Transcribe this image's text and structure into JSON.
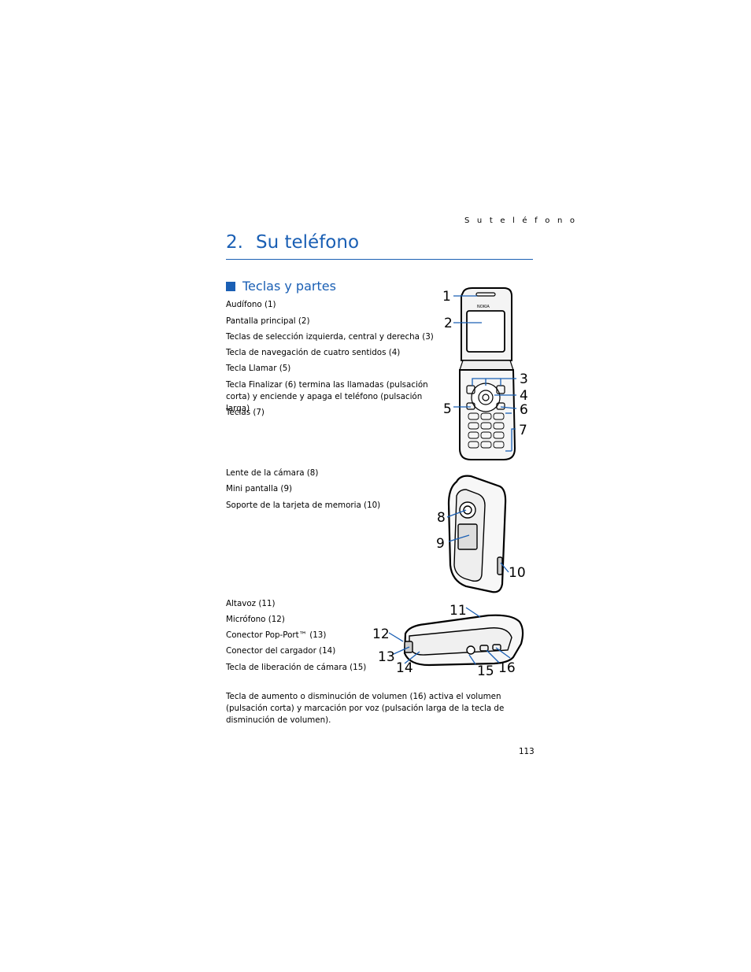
{
  "header": {
    "running_title": "S u   t e l é f o n o"
  },
  "chapter": {
    "number": "2.",
    "title": "Su teléfono"
  },
  "section": {
    "title": "Teclas y partes"
  },
  "items_group1": [
    "Audífono (1)",
    "Pantalla principal (2)",
    "Teclas de selección izquierda, central y derecha (3)",
    "Tecla de navegación de cuatro sentidos (4)",
    "Tecla Llamar (5)",
    "Tecla Finalizar (6) termina las llamadas (pulsación corta) y enciende y apaga el teléfono (pulsación larga)",
    "Teclas (7)"
  ],
  "items_group2": [
    "Lente de la cámara (8)",
    "Mini pantalla (9)",
    "Soporte de la tarjeta de memoria (10)"
  ],
  "items_group3": [
    "Altavoz (11)",
    "Micrófono (12)",
    "Conector Pop-Port™ (13)",
    "Conector del cargador (14)",
    "Tecla de liberación de cámara (15)"
  ],
  "paragraph": "Tecla de aumento o disminución de volumen (16) activa el volumen (pulsación corta) y marcación por voz (pulsación larga de la tecla de disminución de volumen).",
  "page_number": "113",
  "figure_labels": {
    "open_phone": [
      "1",
      "2",
      "3",
      "4",
      "5",
      "6",
      "7"
    ],
    "closed_phone": [
      "8",
      "9",
      "10"
    ],
    "bottom_phone": [
      "11",
      "12",
      "13",
      "14",
      "15",
      "16"
    ]
  },
  "brand_text": "NOKIA",
  "colors": {
    "accent": "#1a5fb4",
    "callout": "#1a5fb4"
  }
}
